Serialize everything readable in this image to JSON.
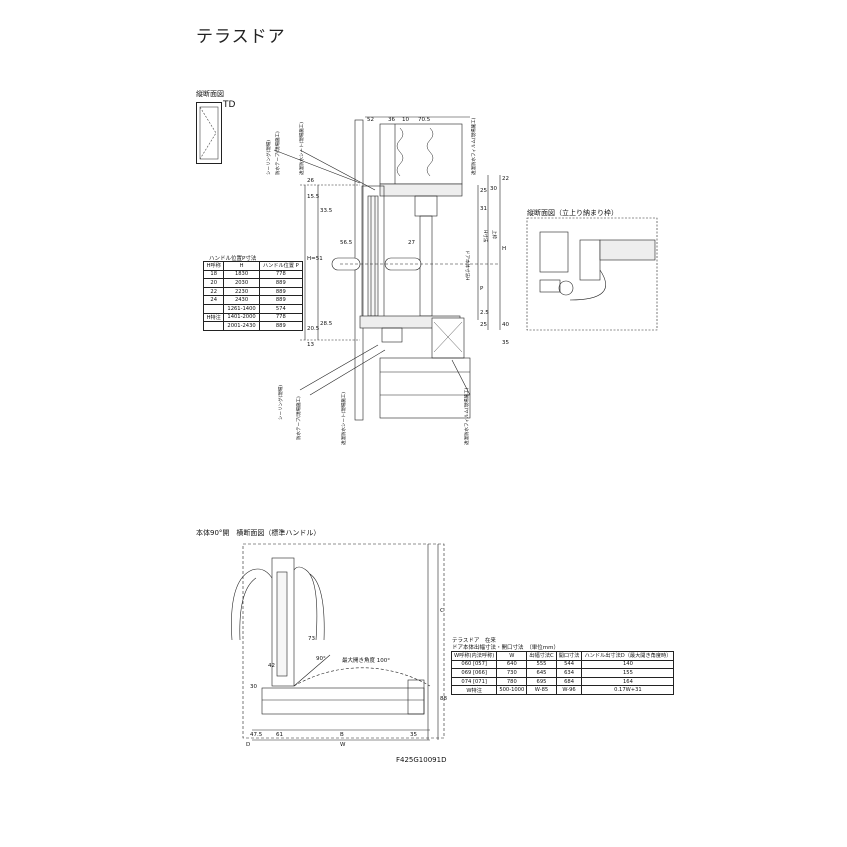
{
  "title": "テラスドア",
  "sections": {
    "vertical": "縦断面図",
    "vertical_alt": "縦断面図（立上り納まり枠）",
    "horizontal": "本体90°開　横断面図（標準ハンドル）"
  },
  "door_code": "TD",
  "drawing_code": "F425G10091D",
  "max_angle": "最大開き角度 100°",
  "handle_table": {
    "caption": "ハンドル位置P寸法",
    "headers": [
      "H呼称",
      "H",
      "ハンドル位置 P"
    ],
    "rows": [
      [
        "18",
        "1830",
        "778"
      ],
      [
        "20",
        "2030",
        "889"
      ],
      [
        "22",
        "2230",
        "889"
      ],
      [
        "24",
        "2430",
        "889"
      ],
      [
        "",
        "1261-1400",
        "574"
      ],
      [
        "H特注",
        "1401-2000",
        "778"
      ],
      [
        "",
        "2001-2430",
        "889"
      ]
    ]
  },
  "size_table": {
    "caption1": "テラスドア　在来",
    "caption2": "ドア本体出幅寸法・開口寸法　（単位mm）",
    "headers": [
      "W呼称(内法呼称)",
      "W",
      "出幅寸法C",
      "開口寸法",
      "ハンドル出寸法D（最大開き角度時）"
    ],
    "rows": [
      [
        "060 [057]",
        "640",
        "555",
        "544",
        "140"
      ],
      [
        "069 [066]",
        "730",
        "645",
        "634",
        "155"
      ],
      [
        "074 [071]",
        "780",
        "695",
        "684",
        "164"
      ],
      [
        "W特注",
        "500-1000",
        "W-85",
        "W-96",
        "0.17W+31"
      ]
    ]
  },
  "labels": {
    "top_dims": [
      "52",
      "36",
      "10",
      "70.5"
    ],
    "v_left": [
      "26",
      "15.5",
      "33.5",
      "H=51",
      "28.5",
      "20.5",
      "13"
    ],
    "v_right": [
      "22",
      "30",
      "25",
      "31",
      "H",
      "P",
      "2.5",
      "25",
      "40",
      "35"
    ],
    "handle_dims": [
      "56.5",
      "27"
    ],
    "right_vtexts": [
      "上枠",
      "ドア本体寸法H",
      "H寸法"
    ],
    "callouts": [
      "シーリング(現場)",
      "防水テープ(現場施工)",
      "透湿防水シート(現場施工)",
      "透湿防水フィルム(現場施工)"
    ],
    "h_dims": [
      "73",
      "90°",
      "42",
      "30",
      "47.5",
      "61",
      "B",
      "35",
      "W",
      "D",
      "C",
      "88"
    ]
  }
}
